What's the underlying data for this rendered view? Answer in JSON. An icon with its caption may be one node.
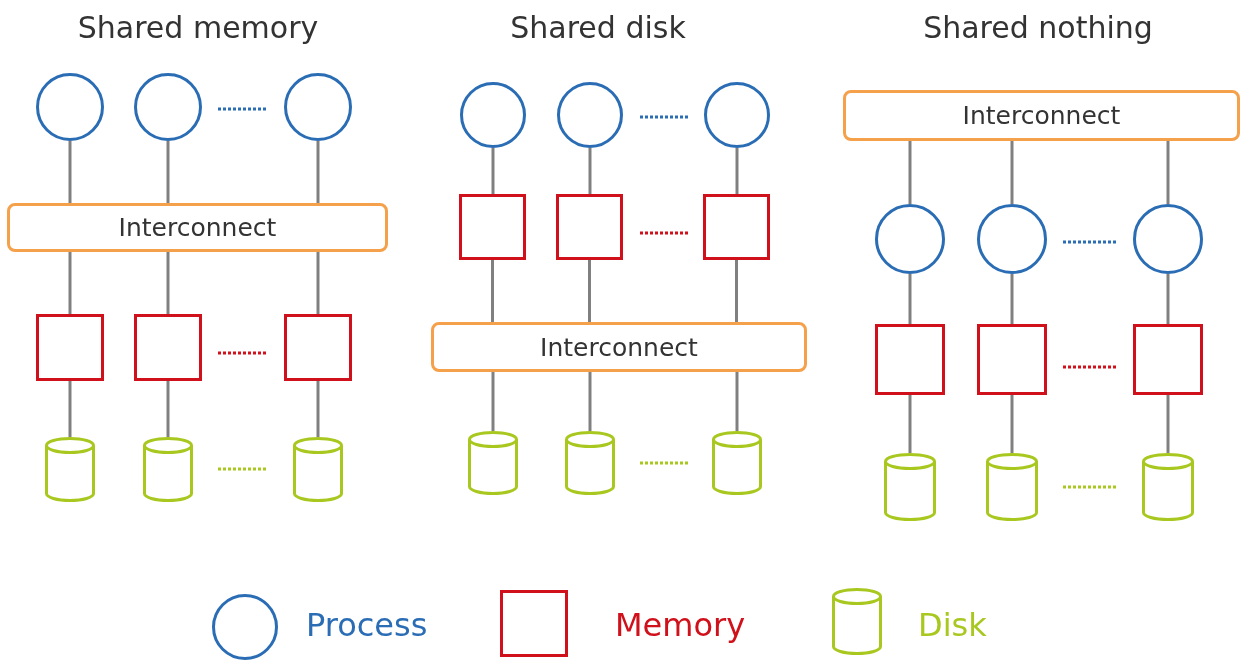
{
  "diagram": {
    "nodes": [
      {
        "text": [],
        "shape": "circle"
      },
      {
        "text": [],
        "shape": "circle"
      },
      {
        "text": [],
        "shape": "circle"
      },
      {
        "text": [
          "Interconnect"
        ]
      },
      {
        "text": [],
        "shape": "box"
      },
      {
        "text": [],
        "shape": "box"
      },
      {
        "text": [],
        "shape": "box"
      },
      {
        "text": [],
        "shape": "cylinder"
      },
      {
        "text": [],
        "shape": "cylinder"
      },
      {
        "text": [],
        "shape": "cylinder"
      },
      {
        "text": [],
        "shape": "circle"
      },
      {
        "text": [],
        "shape": "circle"
      },
      {
        "text": [],
        "shape": "circle"
      },
      {
        "text": [],
        "shape": "box"
      },
      {
        "text": [],
        "shape": "box"
      },
      {
        "text": [],
        "shape": "box"
      },
      {
        "text": [
          "Interconnect"
        ]
      },
      {
        "text": [],
        "shape": "cylinder"
      },
      {
        "text": [],
        "shape": "cylinder"
      },
      {
        "text": [],
        "shape": "cylinder"
      },
      {
        "text": [
          "Interconnect"
        ]
      },
      {
        "text": [],
        "shape": "circle"
      },
      {
        "text": [],
        "shape": "circle"
      },
      {
        "text": [],
        "shape": "circle"
      },
      {
        "text": [],
        "shape": "box"
      },
      {
        "text": [],
        "shape": "box"
      },
      {
        "text": [],
        "shape": "box"
      },
      {
        "text": [],
        "shape": "cylinder"
      },
      {
        "text": [],
        "shape": "cylinder"
      },
      {
        "text": [],
        "shape": "cylinder"
      }
    ],
    "edges": [
      {
        "from": 0,
        "to": 3,
        "arrow": "none"
      },
      {
        "from": 1,
        "to": 3,
        "arrow": "none"
      },
      {
        "from": 2,
        "to": 3,
        "arrow": "none"
      },
      {
        "from": 3,
        "to": 4,
        "arrow": "none"
      },
      {
        "from": 3,
        "to": 5,
        "arrow": "none"
      },
      {
        "from": 3,
        "to": 6,
        "arrow": "none"
      },
      {
        "from": 4,
        "to": 7,
        "arrow": "none"
      },
      {
        "from": 5,
        "to": 8,
        "arrow": "none"
      },
      {
        "from": 6,
        "to": 9,
        "arrow": "none"
      },
      {
        "from": 10,
        "to": 13,
        "arrow": "none"
      },
      {
        "from": 11,
        "to": 14,
        "arrow": "none"
      },
      {
        "from": 12,
        "to": 15,
        "arrow": "none"
      },
      {
        "from": 13,
        "to": 16,
        "arrow": "none"
      },
      {
        "from": 14,
        "to": 16,
        "arrow": "none"
      },
      {
        "from": 15,
        "to": 16,
        "arrow": "none"
      },
      {
        "from": 16,
        "to": 17,
        "arrow": "none"
      },
      {
        "from": 16,
        "to": 18,
        "arrow": "none"
      },
      {
        "from": 16,
        "to": 19,
        "arrow": "none"
      },
      {
        "from": 20,
        "to": 21,
        "arrow": "none"
      },
      {
        "from": 20,
        "to": 22,
        "arrow": "none"
      },
      {
        "from": 20,
        "to": 23,
        "arrow": "none"
      },
      {
        "from": 21,
        "to": 24,
        "arrow": "none"
      },
      {
        "from": 22,
        "to": 25,
        "arrow": "none"
      },
      {
        "from": 23,
        "to": 26,
        "arrow": "none"
      },
      {
        "from": 24,
        "to": 27,
        "arrow": "none"
      },
      {
        "from": 25,
        "to": 28,
        "arrow": "none"
      },
      {
        "from": 26,
        "to": 29,
        "arrow": "none"
      }
    ],
    "labels": [
      "Shared memory",
      "Shared disk",
      "Shared nothing"
    ],
    "legend": [
      {
        "text": "Process"
      },
      {
        "text": "Memory"
      },
      {
        "text": "Disk"
      }
    ]
  }
}
